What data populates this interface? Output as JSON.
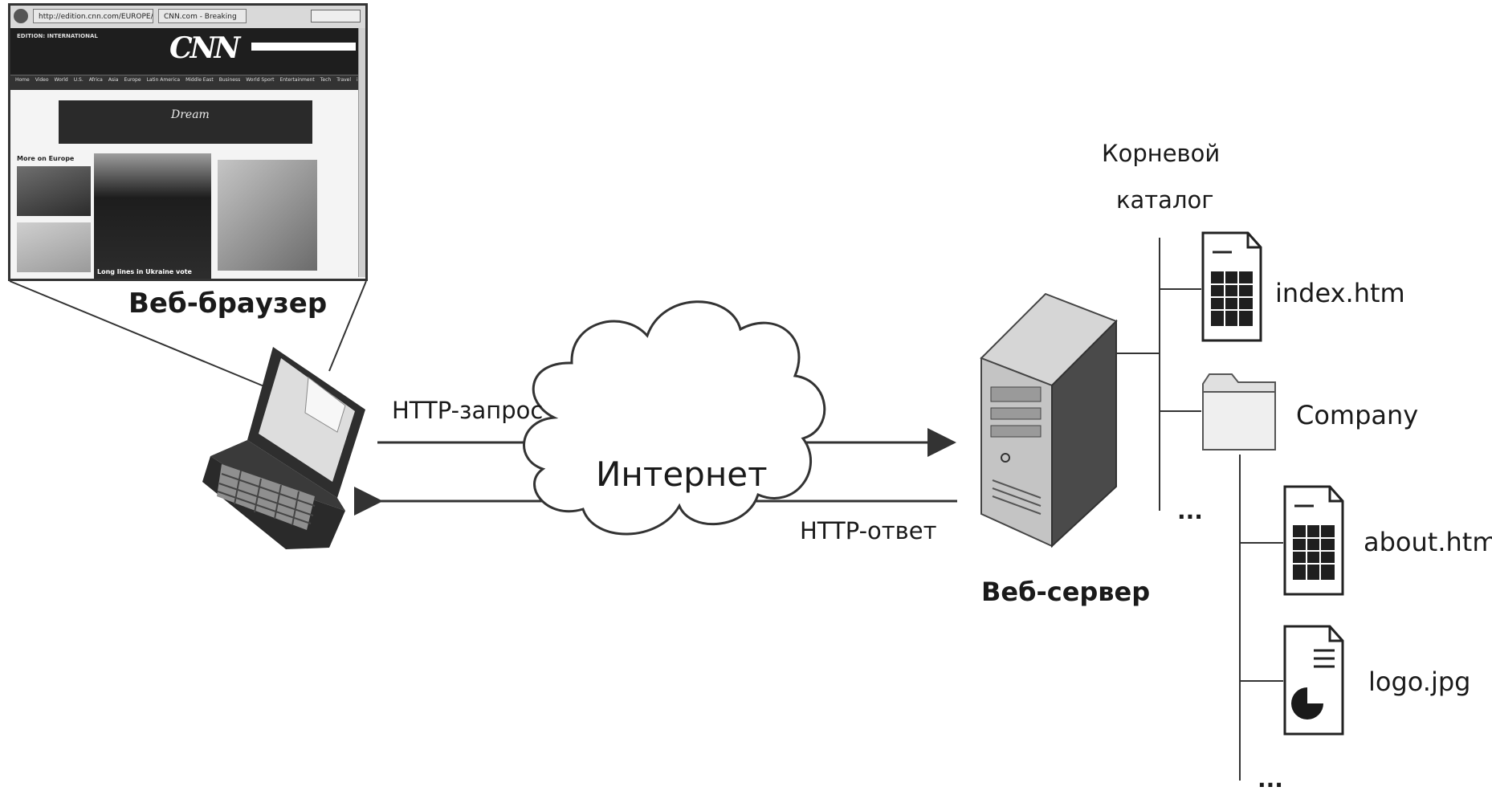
{
  "browser": {
    "caption": "Веб-браузер",
    "tabs": [
      "http://edition.cnn.com/EUROPE/",
      "CNN.com - Breaking News, ..."
    ],
    "logo": "CNN",
    "edition": "EDITION: INTERNATIONAL",
    "nav_items": [
      "Home",
      "Video",
      "World",
      "U.S.",
      "Africa",
      "Asia",
      "Europe",
      "Latin America",
      "Middle East",
      "Business",
      "World Sport",
      "Entertainment",
      "Tech",
      "Travel",
      "iReport"
    ],
    "section_title": "More on Europe",
    "headline": "Long lines in Ukraine vote",
    "ad_text": "Dream"
  },
  "labels": {
    "request": "HTTP-запрос",
    "response": "HTTP-ответ",
    "internet": "Интернет",
    "server": "Веб-сервер",
    "root_line1": "Корневой",
    "root_line2": "каталог"
  },
  "files": {
    "index": "index.htm",
    "company": "Company",
    "about": "about.htm",
    "logo": "logo.jpg",
    "more_root": "...",
    "more_company": "..."
  }
}
